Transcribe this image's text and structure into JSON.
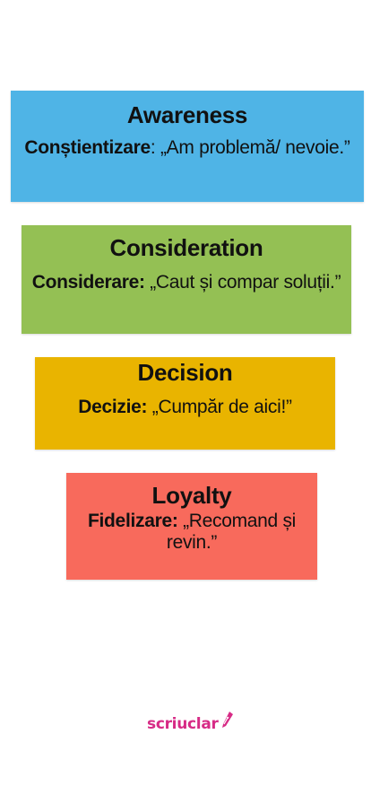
{
  "colors": {
    "awareness": "#4fb4e6",
    "consideration": "#94c054",
    "decision": "#e9b400",
    "loyalty": "#f86a5c",
    "brand": "#d72b86"
  },
  "stages": [
    {
      "title": "Awareness",
      "term": "Conștientizare",
      "separator": ":",
      "quote": " „Am problemă/ nevoie.”"
    },
    {
      "title": "Consideration",
      "term": "Considerare:",
      "separator": "",
      "quote": " „Caut și compar soluții.”"
    },
    {
      "title": "Decision",
      "term": "Decizie:",
      "separator": "",
      "quote": " „Cumpăr de aici!”"
    },
    {
      "title": "Loyalty",
      "term": "Fidelizare:",
      "separator": "",
      "quote": " „Recomand și revin.”"
    }
  ],
  "brand": {
    "name": "scriuclar",
    "icon": "fountain-pen-icon"
  }
}
